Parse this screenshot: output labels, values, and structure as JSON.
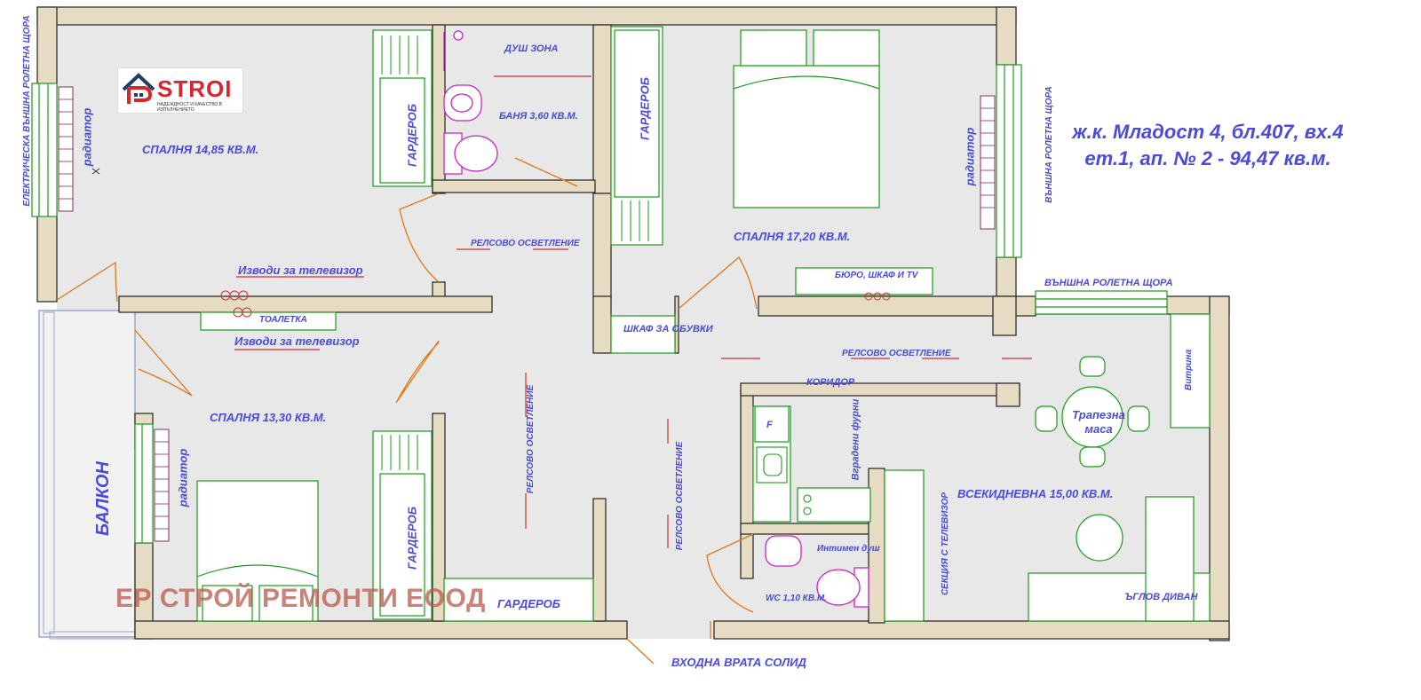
{
  "title": {
    "line1": "ж.к. Младост 4, бл.407, вх.4",
    "line2": "ет.1, ап. № 2 - 94,47 кв.м."
  },
  "logo": {
    "text": "STROI",
    "tagline": "НАДЕЖДНОСТ И КАЧЕСТВО В ИЗПЪЛНЕНИЕТО"
  },
  "watermark": "ЕР СТРОЙ РЕМОНТИ ЕООД",
  "rooms": {
    "bedroom1": "СПАЛНЯ 14,85 КВ.М.",
    "bedroom2": "СПАЛНЯ 17,20 КВ.М.",
    "bedroom3": "СПАЛНЯ 13,30 КВ.М.",
    "bathroom": "БАНЯ 3,60 КВ.М.",
    "shower": "ДУШ ЗОНА",
    "wc": "WC 1,10 КВ.М.",
    "living": "ВСЕКИДНЕВНА 15,00 КВ.М.",
    "corridor": "КОРИДОР",
    "balcony": "БАЛКОН"
  },
  "labels": {
    "wardrobe": "ГАРДЕРОБ",
    "radiator": "радиатор",
    "rail_light": "РЕЛСОВО ОСВЕТЛЕНИЕ",
    "tv_outlets": "Изводи за телевизор",
    "toilet_table": "ТОАЛЕТКА",
    "shoe_cabinet": "ШКАФ ЗА ОБУВКИ",
    "desk": "БЮРО, ШКАФ И TV",
    "external_shutter": "ВЪНШНА РОЛЕТНА ЩОРА",
    "electric_shutter": "ЕЛЕКТРИЧЕСКА  ВЪНШНА РОЛЕТНА ЩОРА",
    "dining_table": "Трапезна маса",
    "display_cabinet": "Витрина",
    "built_in_ovens": "Вградени фурни",
    "intimate_shower": "Интимен душ",
    "tv_section": "СЕКЦИЯ С ТЕЛЕВИЗОР",
    "corner_sofa": "ЪГЛОВ ДИВАН",
    "front_door": "ВХОДНА ВРАТА СОЛИД",
    "fridge": "F"
  },
  "colors": {
    "wall_fill": "#e6dcc3",
    "wall_stroke": "#222222",
    "floor": "#e8e8e8",
    "furniture": "#1a9a1a",
    "door": "#e07818",
    "label": "#4a4adc",
    "fixture": "#cc22cc",
    "accent_red": "#d03030"
  }
}
